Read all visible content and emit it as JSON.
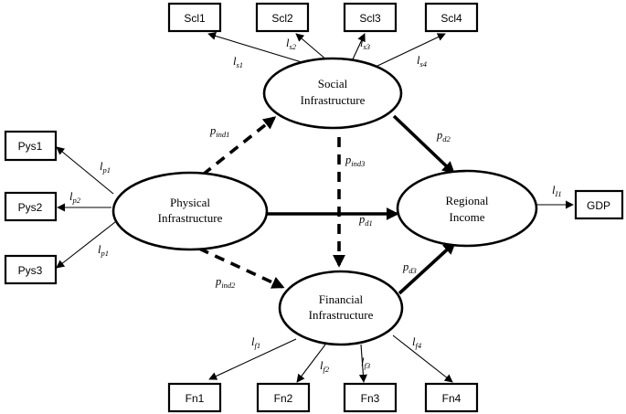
{
  "latent": {
    "physical": [
      "Physical",
      "Infrastructure"
    ],
    "social": [
      "Social",
      "Infrastructure"
    ],
    "financial": [
      "Financial",
      "Infrastructure"
    ],
    "income": [
      "Regional",
      "Income"
    ]
  },
  "indicators": {
    "physical": [
      "Pys1",
      "Pys2",
      "Pys3"
    ],
    "social": [
      "Scl1",
      "Scl2",
      "Scl3",
      "Scl4"
    ],
    "financial": [
      "Fn1",
      "Fn2",
      "Fn3",
      "Fn4"
    ],
    "income": [
      "GDP"
    ]
  },
  "loadings": {
    "physical": [
      [
        "l",
        "p1"
      ],
      [
        "l",
        "p2"
      ],
      [
        "l",
        "p1"
      ]
    ],
    "social": [
      [
        "l",
        "s1"
      ],
      [
        "l",
        "s2"
      ],
      [
        "l",
        "s3"
      ],
      [
        "l",
        "s4"
      ]
    ],
    "financial": [
      [
        "l",
        "f1"
      ],
      [
        "l",
        "f2"
      ],
      [
        "l",
        "f3"
      ],
      [
        "l",
        "f4"
      ]
    ],
    "income": [
      [
        "l",
        "I1"
      ]
    ]
  },
  "paths": {
    "direct_physical_income": [
      "p",
      "d1"
    ],
    "direct_social_income": [
      "p",
      "d2"
    ],
    "direct_financial_income": [
      "p",
      "d3"
    ],
    "indirect_physical_social": [
      "p",
      "ind1"
    ],
    "indirect_physical_financial": [
      "p",
      "ind2"
    ],
    "indirect_social_financial": [
      "p",
      "ind3"
    ]
  }
}
